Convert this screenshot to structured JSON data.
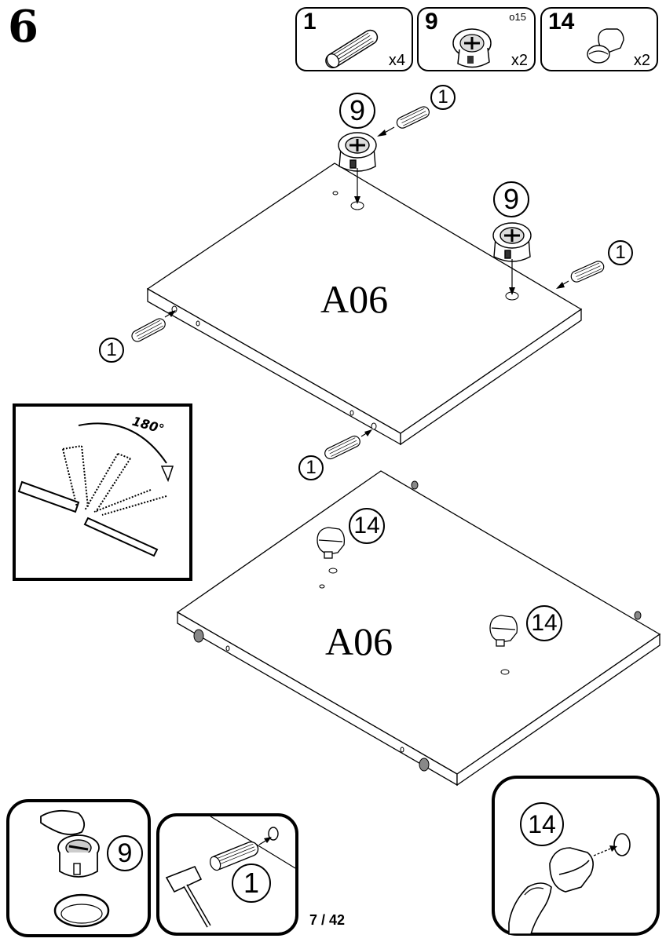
{
  "step": {
    "number": "6"
  },
  "parts": [
    {
      "id": "1",
      "qty": "x4",
      "icon": "dowel-icon"
    },
    {
      "id": "9",
      "qty": "x2",
      "note": "o15",
      "icon": "cam-lock-icon"
    },
    {
      "id": "14",
      "qty": "x2",
      "icon": "cam-bolt-icon"
    }
  ],
  "callouts": {
    "dowel": "1",
    "cam_lock": "9",
    "cam_bolt": "14"
  },
  "boards": {
    "upper_label": "A06",
    "lower_label": "A06"
  },
  "rotation": {
    "label": "180°"
  },
  "page": {
    "number": "7 / 42"
  }
}
